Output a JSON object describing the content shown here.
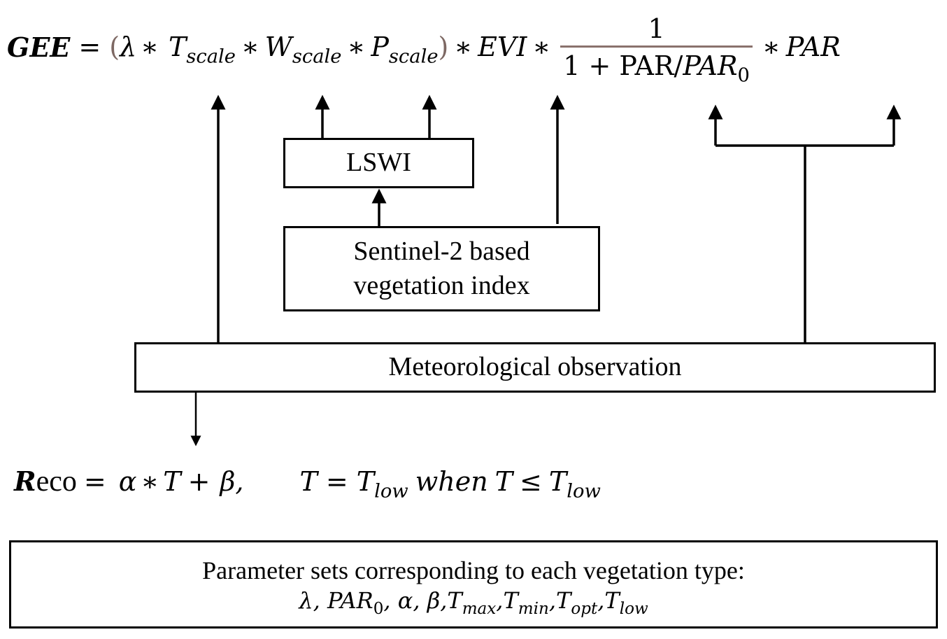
{
  "equations": {
    "gee": {
      "lhs": "GEE",
      "equals": "=",
      "open_paren": "(",
      "lambda": "λ",
      "times": "∗",
      "t_base": "T",
      "t_sub": "scale",
      "w_base": "W",
      "w_sub": "scale",
      "p_base": "P",
      "p_sub": "scale",
      "close_paren": ")",
      "evi": "EVI",
      "frac_num": "1",
      "frac_den_prefix": "1 + PAR/",
      "frac_den_var": "PAR",
      "frac_den_sub": "0",
      "par": "PAR"
    },
    "reco": {
      "lhs_bold": "R",
      "lhs_rest": "eco",
      "equals": "=",
      "alpha": "α",
      "times": "∗",
      "t": "T",
      "plus": "+",
      "beta": "β,",
      "cond_t": "T",
      "cond_equals": "=",
      "cond_tlow_base": "T",
      "cond_tlow_sub": "low",
      "when": "when",
      "cond_t2": "T",
      "leq": "≤",
      "cond_tlow2_base": "T",
      "cond_tlow2_sub": "low"
    }
  },
  "boxes": {
    "lswi": "LSWI",
    "sentinel_line1": "Sentinel-2 based",
    "sentinel_line2": "vegetation index",
    "meteorological": "Meteorological observation",
    "parameters": {
      "line1": "Parameter sets corresponding to each vegetation type:",
      "items": [
        {
          "base": "λ",
          "sub": ""
        },
        {
          "base": "PAR",
          "sub": "0"
        },
        {
          "base": "α",
          "sub": ""
        },
        {
          "base": "β",
          "sub": ""
        },
        {
          "base": "T",
          "sub": "max"
        },
        {
          "base": "T",
          "sub": "min"
        },
        {
          "base": "T",
          "sub": "opt"
        },
        {
          "base": "T",
          "sub": "low"
        }
      ],
      "separator": ", "
    }
  },
  "colors": {
    "stroke": "#000000",
    "paren_accent": "#7d6863",
    "fraction_bar": "#8a726d"
  }
}
